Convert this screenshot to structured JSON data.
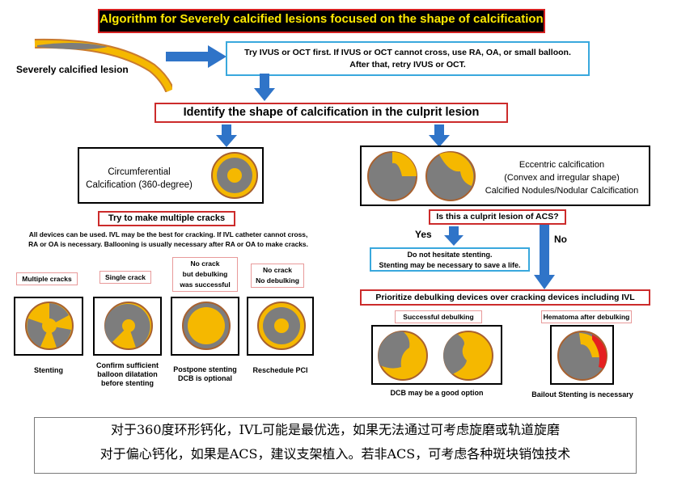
{
  "title": "Algorithm for Severely  calcified lesions focused on the shape of calcification",
  "lesion_label": "Severely calcified lesion",
  "ivus_box": {
    "line1": "Try IVUS or OCT first. If IVUS or OCT cannot cross, use RA, OA, or small balloon.",
    "line2": "After that, retry IVUS or OCT."
  },
  "identify_box": "Identify the shape of calcification in the culprit lesion",
  "left": {
    "circ_line1": "Circumferential",
    "circ_line2": "Calcification (360-degree)",
    "cracks_box": "Try to make multiple cracks",
    "note_line1": "All devices can be used. IVL may be the best for cracking. If IVL catheter cannot cross,",
    "note_line2": "RA or OA is necessary. Ballooning is usually necessary after RA or OA to make cracks.",
    "outcomes": [
      {
        "label": [
          "Multiple cracks"
        ],
        "caption": [
          "Stenting"
        ]
      },
      {
        "label": [
          "Single crack"
        ],
        "caption": [
          "Confirm sufficient",
          "balloon dilatation",
          "before stenting"
        ]
      },
      {
        "label": [
          "No crack",
          "but debulking",
          "was successful"
        ],
        "caption": [
          "Postpone stenting",
          "DCB is optional"
        ]
      },
      {
        "label": [
          "No crack",
          "No debulking"
        ],
        "caption": [
          "Reschedule PCI"
        ]
      }
    ]
  },
  "right": {
    "ecc_line1": "Eccentric calcification",
    "ecc_line2": "(Convex and irregular shape)",
    "ecc_line3": "Calcified Nodules/Nodular Calcification",
    "acs_box": "Is this a culprit lesion of ACS?",
    "yes": "Yes",
    "no": "No",
    "hesitate_line1": "Do not hesitate stenting.",
    "hesitate_line2": "Stenting may be necessary to save a life.",
    "prioritize_box": "Prioritize debulking devices over cracking devices including IVL",
    "success_label": "Successful debulking",
    "hematoma_label": "Hematoma after debulking",
    "success_caption": "DCB may be a good option",
    "hematoma_caption": "Bailout Stenting is necessary"
  },
  "chinese_line1": "对于360度环形钙化，IVL可能是最优选，如果无法通过可考虑旋磨或轨道旋磨",
  "chinese_line2": "对于偏心钙化，如果是ACS，建议支架植入。若非ACS，可考虑各种斑块销蚀技术",
  "colors": {
    "calcium": "#f5b800",
    "lumen_gray": "#7d7d7d",
    "vessel_ring": "#a8612f",
    "hematoma": "#e52020",
    "arrow_blue": "#2f74c8",
    "banner_text": "#ffea00"
  },
  "icons": {
    "arrow": "blue-arrow-icon",
    "vessel": "vessel-cross-section-icon"
  }
}
